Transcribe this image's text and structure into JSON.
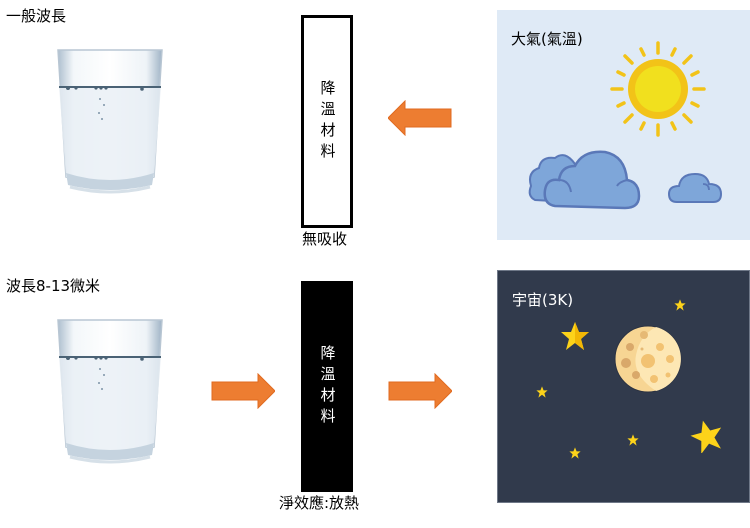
{
  "rows": [
    {
      "wavelength_label": "一般波長",
      "material_label": "降溫材料",
      "effect_label": "無吸收",
      "environment": {
        "title": "大氣(氣溫)",
        "kind": "sky"
      },
      "arrow_direction": "left"
    },
    {
      "wavelength_label": "波長8-13微米",
      "material_label": "降溫材料",
      "effect_label": "淨效應:放熱",
      "environment": {
        "title": "宇宙(3K)",
        "kind": "space"
      },
      "arrow_direction": "right"
    }
  ],
  "colors": {
    "arrow": "#ed7d31",
    "sky_background": "#dfeaf6",
    "space_background": "#313a4c",
    "sun": "#f1e01e",
    "sun_ring": "#f2c318",
    "cloud": "#7ea6d9",
    "cloud_outline": "#5a78b8",
    "moon": "#f7d593",
    "star": "#fdd31a"
  }
}
